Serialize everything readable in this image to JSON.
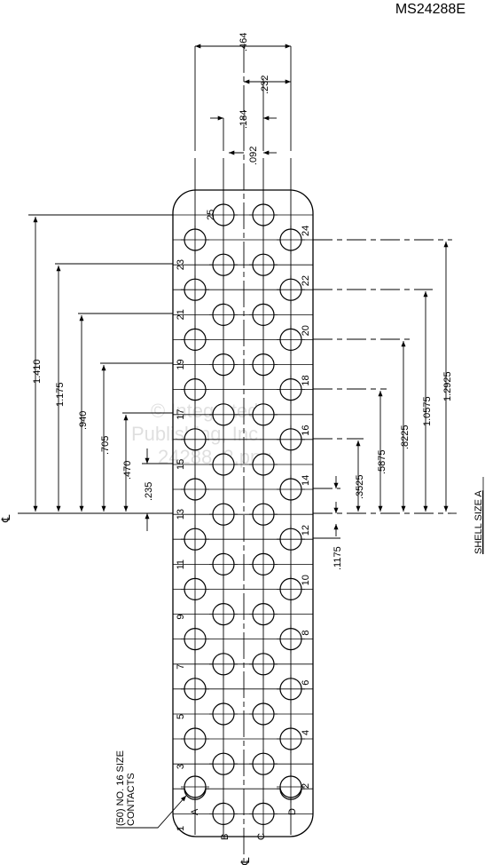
{
  "document_number": "MS24288E",
  "shell_label": "SHELL SIZE A",
  "contact_note": [
    "(50) NO. 16 SIZE",
    "CONTACTS"
  ],
  "centerline_symbol": "℄",
  "row_labels": [
    "A",
    "B",
    "C",
    "D"
  ],
  "top_dimensions": [
    ".464",
    ".232",
    ".184",
    ".092"
  ],
  "left_dimensions": [
    "1.410",
    "1.175",
    ".940",
    ".705",
    ".470",
    ".235"
  ],
  "right_dimensions": [
    "1.2925",
    "1.0575",
    ".8225",
    ".5875",
    ".3525",
    ".1175"
  ],
  "watermark_lines": [
    "© Integrated",
    "Publishing, Inc.",
    "24288_2.png"
  ],
  "contacts": {
    "outer_odd": [
      "25",
      "23",
      "21",
      "19",
      "17",
      "15",
      "13",
      "11",
      "9",
      "7",
      "5",
      "3",
      "1"
    ],
    "outer_even": [
      "24",
      "22",
      "20",
      "18",
      "16",
      "14",
      "12",
      "10",
      "8",
      "6",
      "4",
      "2"
    ]
  }
}
